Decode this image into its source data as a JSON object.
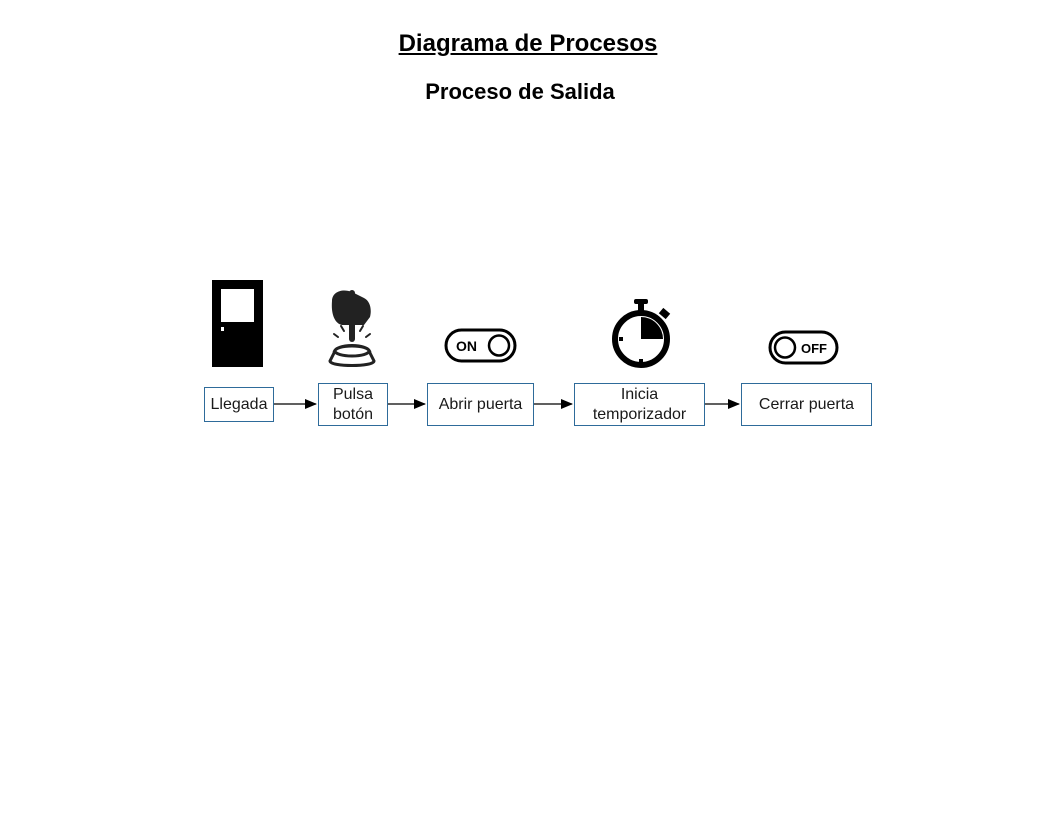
{
  "header": {
    "title": "Diagrama de Procesos",
    "subtitle": "Proceso de Salida"
  },
  "steps": [
    {
      "label": "Llegada",
      "icon": "door-icon"
    },
    {
      "label": "Pulsa botón",
      "icon": "hand-press-button-icon"
    },
    {
      "label": "Abrir puerta",
      "icon": "on-switch-icon"
    },
    {
      "label": "Inicia temporizador",
      "icon": "stopwatch-icon"
    },
    {
      "label": "Cerrar puerta",
      "icon": "off-switch-icon"
    }
  ],
  "colors": {
    "box_border": "#2e6b9a",
    "icon": "#000000",
    "arrow": "#000000"
  }
}
